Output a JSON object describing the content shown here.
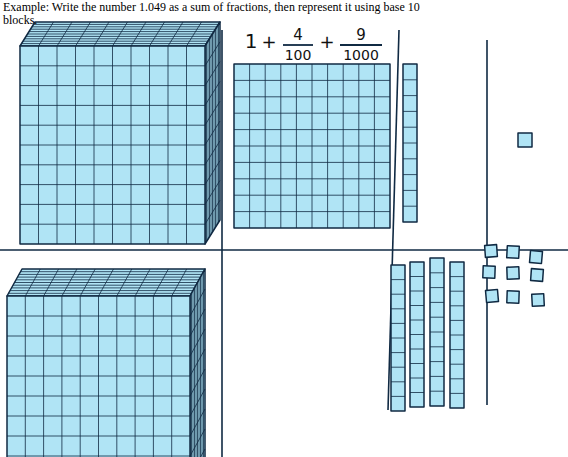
{
  "diagram": {
    "title": "Example: Write the number 1.049 as a sum of fractions, then represent it using base 10 blocks.",
    "labels": [
      "1",
      "+",
      "4",
      "100",
      "+",
      "9",
      "1000"
    ]
  }
}
